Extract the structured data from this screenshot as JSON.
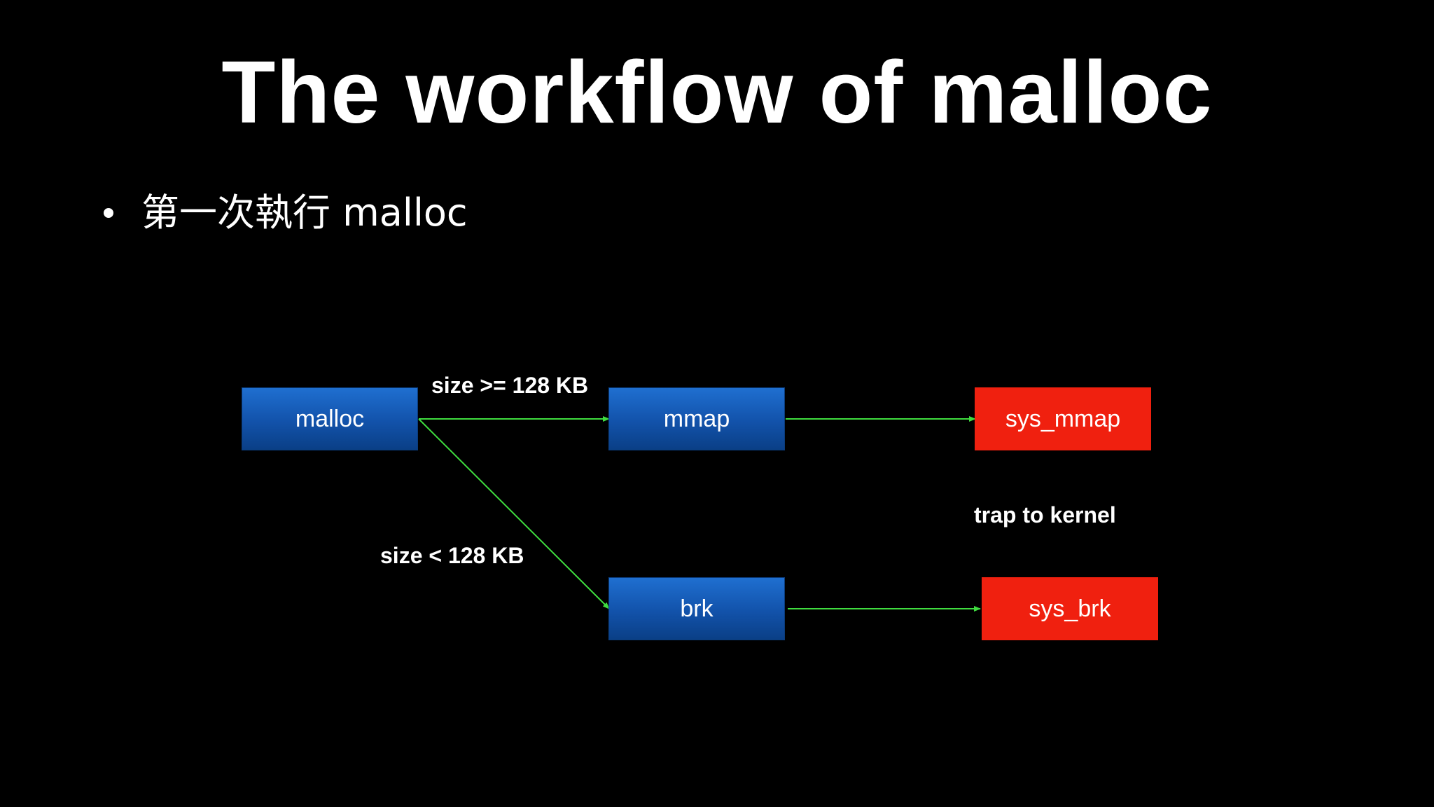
{
  "slide": {
    "title": "The workflow of malloc",
    "bullet": "第一次執行 malloc"
  },
  "diagram": {
    "nodes": {
      "malloc": "malloc",
      "mmap": "mmap",
      "brk": "brk",
      "sys_mmap": "sys_mmap",
      "sys_brk": "sys_brk"
    },
    "labels": {
      "size_ge": "size >= 128 KB",
      "size_lt": "size < 128 KB",
      "trap": "trap to kernel"
    },
    "colors": {
      "background": "#000000",
      "user_node": "#1252aa",
      "kernel_node": "#f0200f",
      "arrow": "#3fdc3f"
    }
  }
}
